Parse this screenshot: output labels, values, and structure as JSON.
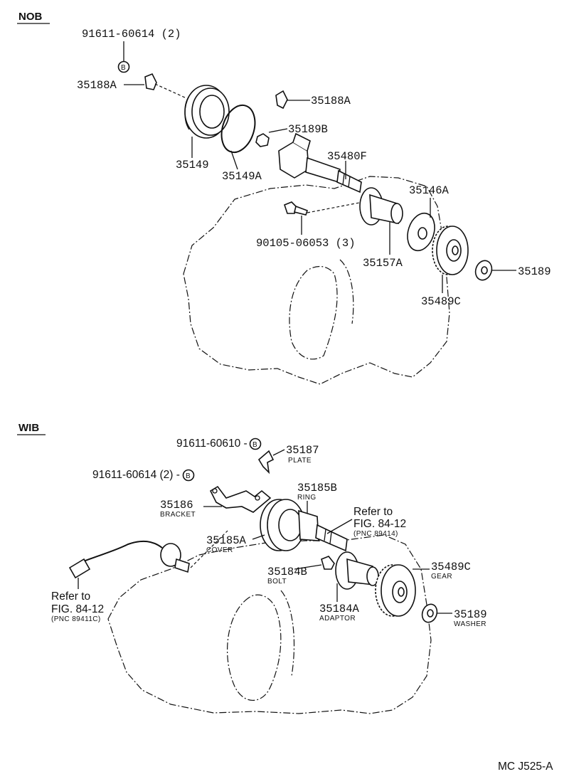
{
  "sections": {
    "nob": "NOB",
    "wib": "WIB"
  },
  "nob_parts": {
    "p_91611_60614": "91611-60614 (2)",
    "circle_b": "B",
    "p_35188a_left": "35188A",
    "p_35188a_right": "35188A",
    "p_35189b": "35189B",
    "p_35149": "35149",
    "p_35149a": "35149A",
    "p_35480f": "35480F",
    "p_35146a": "35146A",
    "p_90105": "90105-06053 (3)",
    "p_35157a": "35157A",
    "p_35189": "35189",
    "p_35489c": "35489C"
  },
  "wib_parts": {
    "p_91611_60610": "91611-60610 -",
    "p_91611_60614": "91611-60614 (2) -",
    "circle_b1": "B",
    "circle_b2": "B",
    "p_35187": "35187",
    "p_35187_desc": "PLATE",
    "p_35185b": "35185B",
    "p_35185b_desc": "RING",
    "p_35186": "35186",
    "p_35186_desc": "BRACKET",
    "ref_right_1": "Refer to",
    "ref_right_2": "FIG. 84-12",
    "ref_right_3": "(PNC 89414)",
    "p_35185a": "35185A",
    "p_35185a_desc": "COVER",
    "p_35184b": "35184B",
    "p_35184b_desc": "BOLT",
    "p_35489c": "35489C",
    "p_35489c_desc": "GEAR",
    "p_35184a": "35184A",
    "p_35184a_desc": "ADAPTOR",
    "p_35189": "35189",
    "p_35189_desc": "WASHER",
    "ref_left_1": "Refer to",
    "ref_left_2": "FIG. 84-12",
    "ref_left_3": "(PNC 89411C)"
  },
  "footer": {
    "code": "MC  J525-A"
  }
}
